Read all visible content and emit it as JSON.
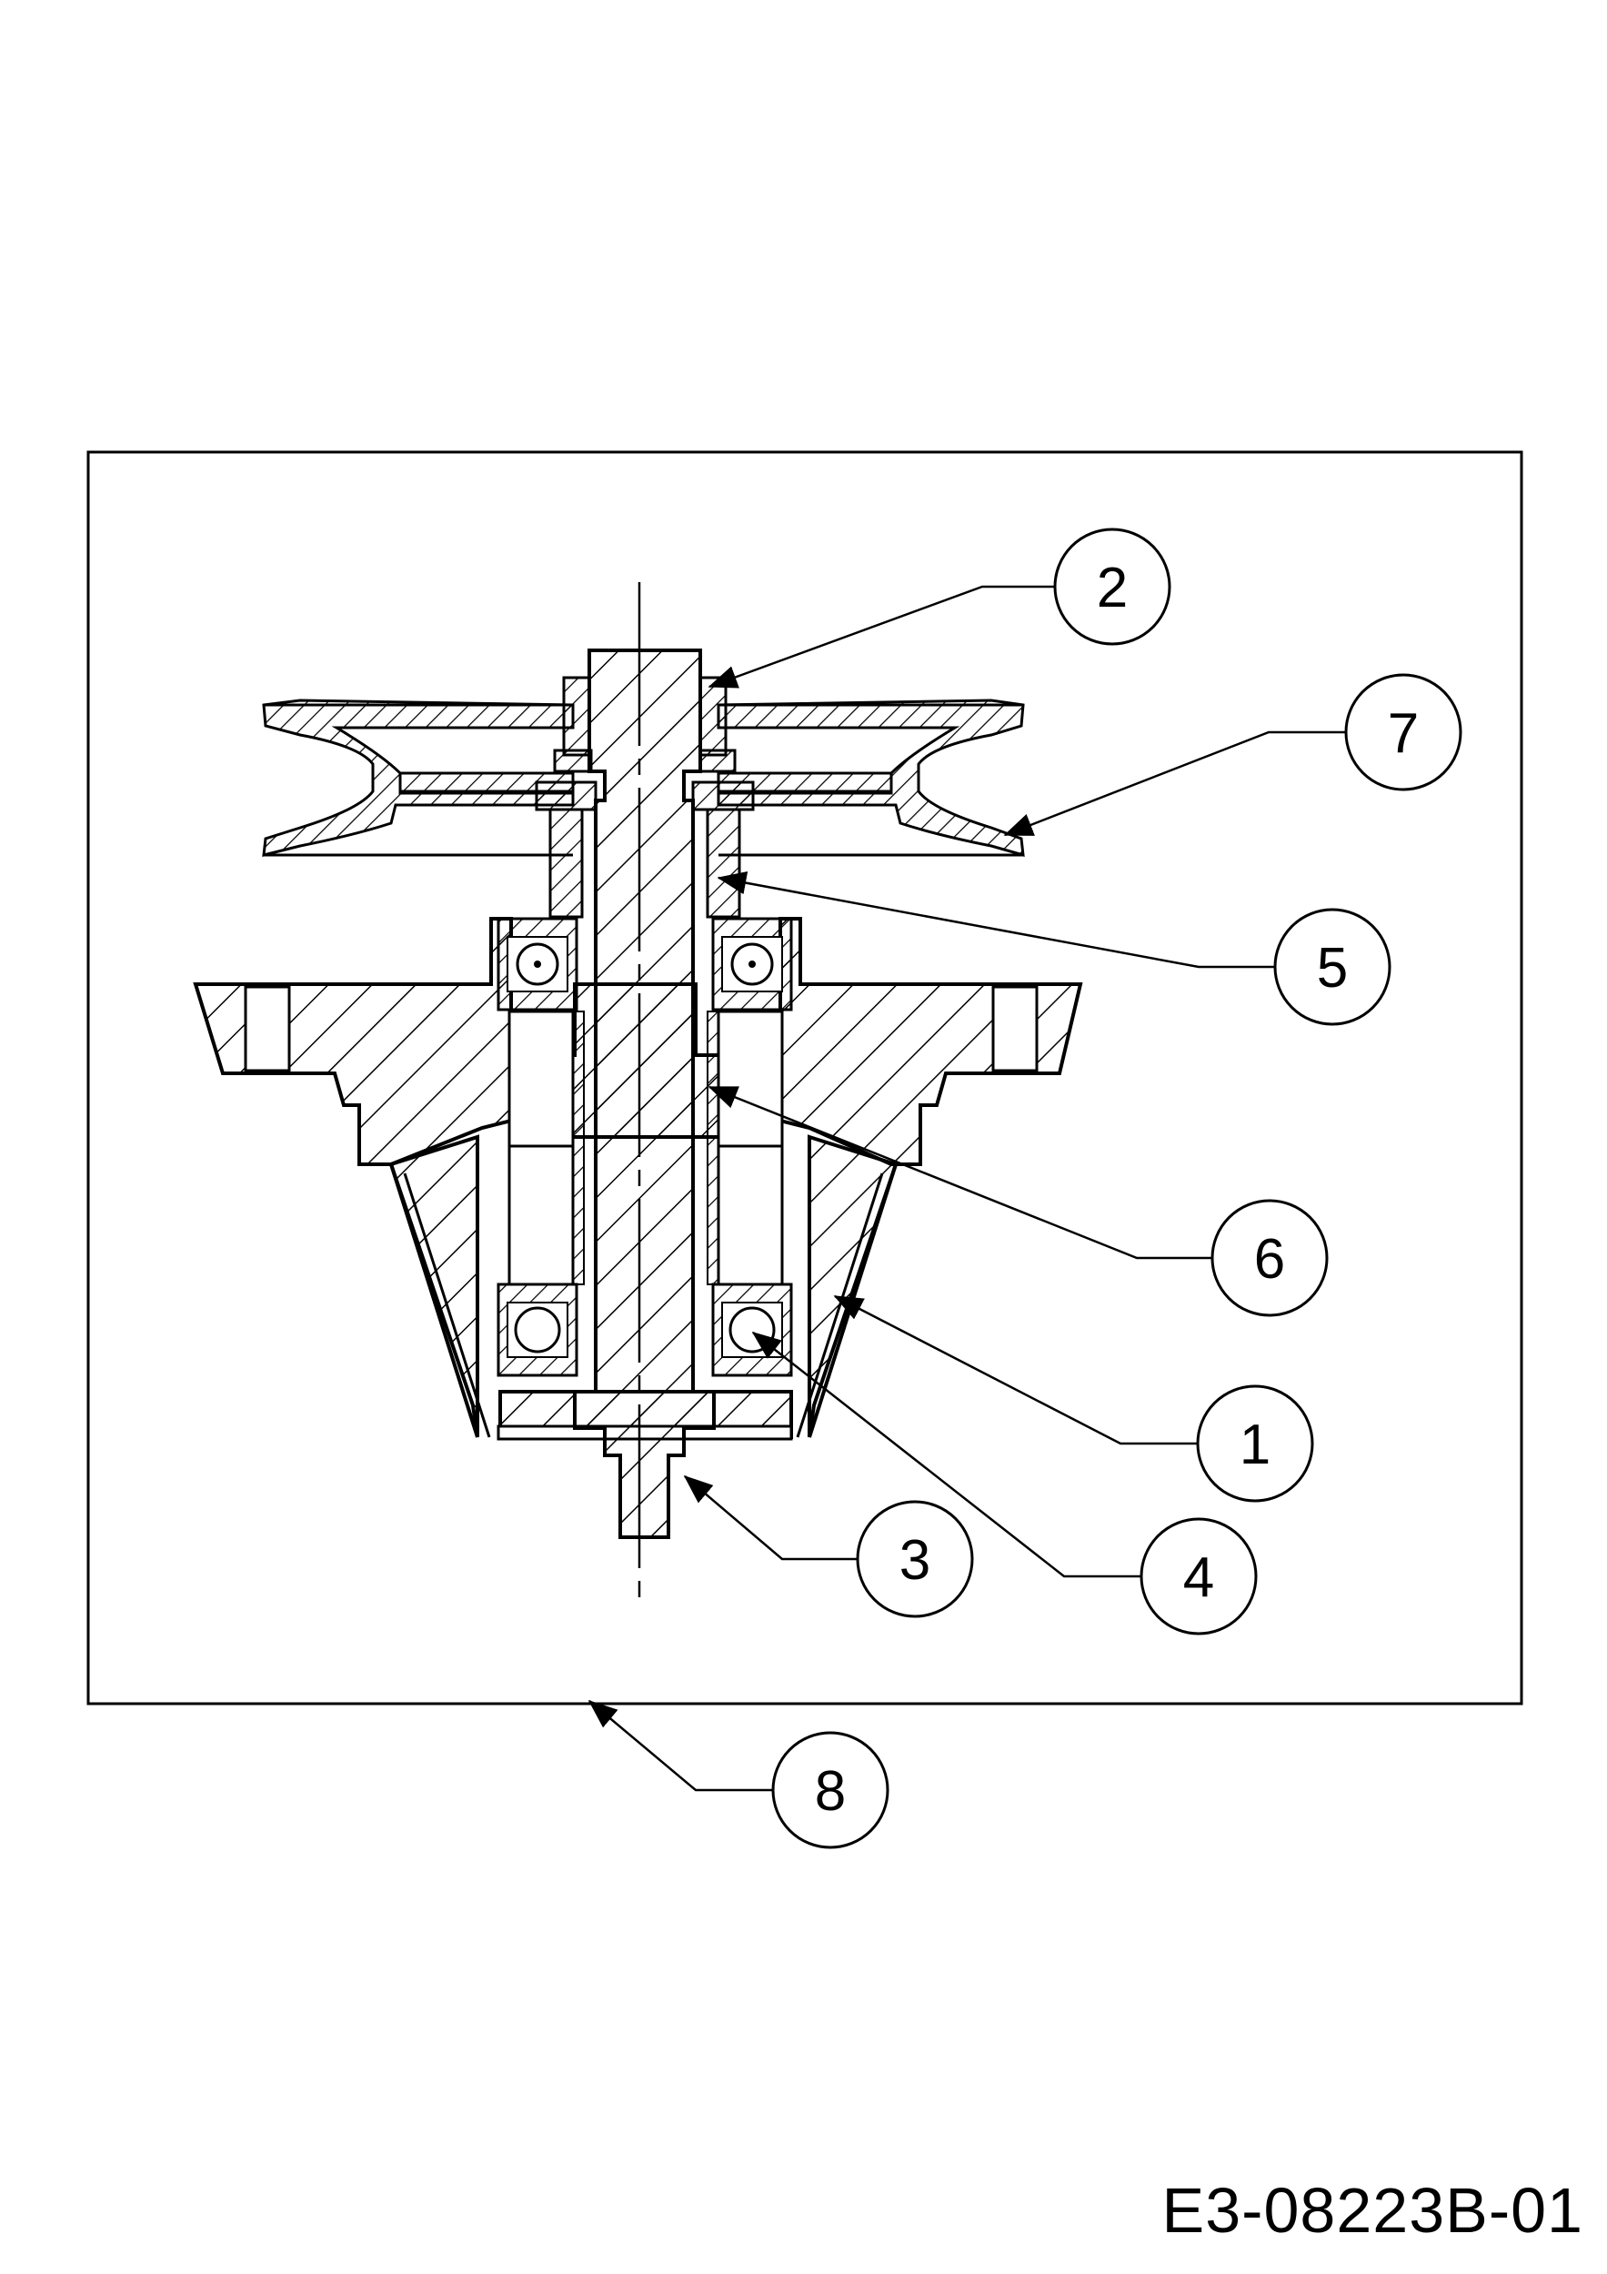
{
  "drawing_code": "E3-08223B-01",
  "callouts": [
    {
      "id": "callout-2",
      "label": "2"
    },
    {
      "id": "callout-7",
      "label": "7"
    },
    {
      "id": "callout-5",
      "label": "5"
    },
    {
      "id": "callout-6",
      "label": "6"
    },
    {
      "id": "callout-1",
      "label": "1"
    },
    {
      "id": "callout-3",
      "label": "3"
    },
    {
      "id": "callout-4",
      "label": "4"
    },
    {
      "id": "callout-8",
      "label": "8"
    }
  ],
  "colors": {
    "line": "#000000",
    "background": "#ffffff"
  }
}
